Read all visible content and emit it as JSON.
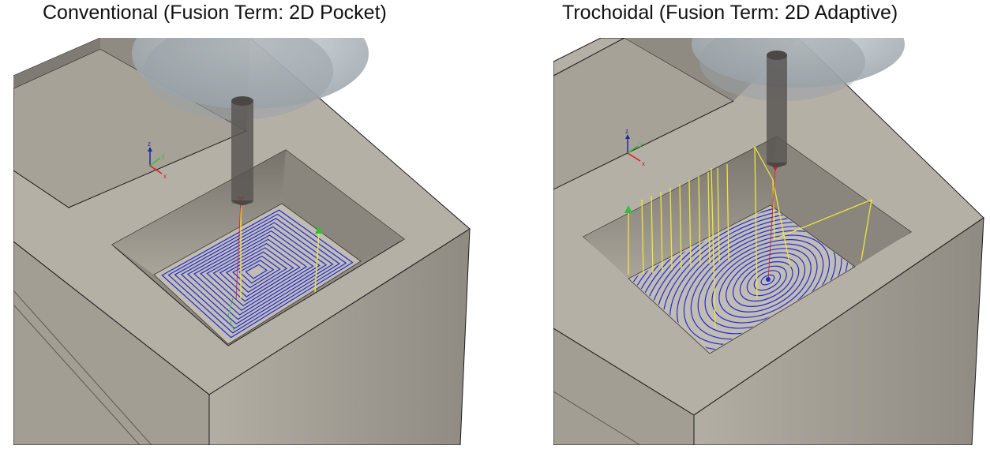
{
  "panels": [
    {
      "title": "Conventional (Fusion Term: 2D Pocket)",
      "strategy": "2D Pocket",
      "toolpath_pattern": "offset-rectangular-spiral"
    },
    {
      "title": "Trochoidal (Fusion Term: 2D Adaptive)",
      "strategy": "2D Adaptive",
      "toolpath_pattern": "adaptive-spiral-with-trochoidal-passes"
    }
  ],
  "triad": {
    "x_label": "x",
    "y_label": "y",
    "z_label": "z"
  },
  "colors": {
    "stock_top": "#b5b0a6",
    "stock_side": "#a7a297",
    "stock_side_dark": "#8d897f",
    "pocket_wall": "#8f8b82",
    "pocket_floor": "#c2bdb3",
    "edge": "#1a1a1a",
    "toolpath_cut": "#1f2bd6",
    "toolpath_rapid": "#f0e63a",
    "lead_in": "#2fbf3a",
    "plunge": "#d81c1c",
    "tool": "#4a4744"
  }
}
